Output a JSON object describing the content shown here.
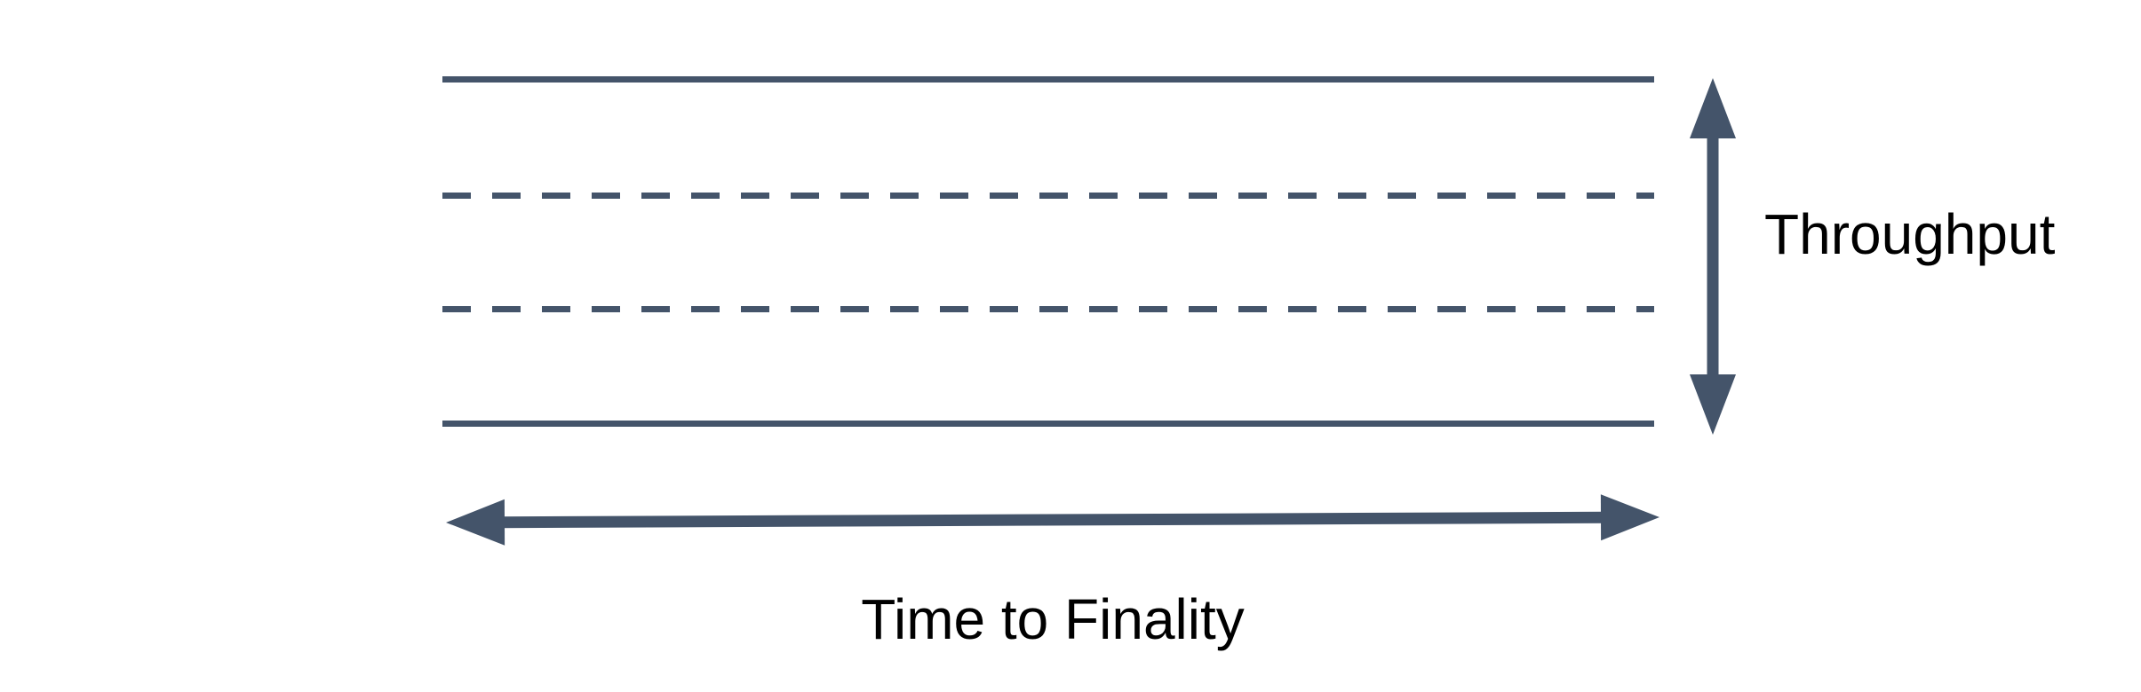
{
  "diagram": {
    "band": {
      "description": "horizontal band of lines",
      "solid_line_count": 2,
      "dashed_line_count": 2,
      "line_color": "#44546A"
    },
    "vertical_axis": {
      "label": "Throughput",
      "arrow": "double-headed-vertical"
    },
    "horizontal_axis": {
      "label": "Time to Finality",
      "arrow": "double-headed-horizontal"
    },
    "colors": {
      "accent": "#44546A",
      "text": "#000000",
      "background": "#FFFFFF"
    }
  }
}
